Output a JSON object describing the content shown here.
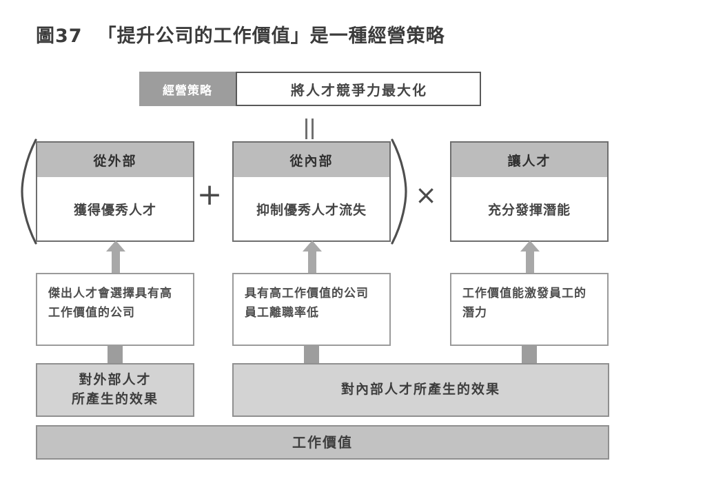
{
  "title": {
    "figure_number": "圖37",
    "text": "「提升公司的工作價值」是一種經營策略"
  },
  "strategy": {
    "label": "經營策略",
    "value": "將人才競爭力最大化"
  },
  "equation": {
    "equals": "=",
    "plus": "+",
    "times": "×",
    "paren_open": "(",
    "paren_close": ")"
  },
  "pillars": [
    {
      "key": "external",
      "header": "從外部",
      "body": "獲得優秀人才",
      "reason": "傑出人才會選擇具有高工作價值的公司",
      "effect": "對外部人才\n所產生的效果"
    },
    {
      "key": "internal",
      "header": "從內部",
      "body": "抑制優秀人才流失",
      "reason": "具有高工作價值的公司員工離職率低",
      "effect": "對內部人才所產生的效果"
    },
    {
      "key": "potential",
      "header": "讓人才",
      "body": "充分發揮潛能",
      "reason": "工作價值能激發員工的潛力",
      "effect": ""
    }
  ],
  "foundation": {
    "label": "工作價值"
  },
  "colors": {
    "header_gray": "#bcbcbc",
    "label_gray": "#9d9d9d",
    "effect_gray": "#d3d3d3",
    "foundation_gray": "#c2c2c2",
    "border_gray": "#6e6e6e",
    "arrow_gray": "#a8a8a8",
    "text_dark": "#3d3d3d"
  }
}
